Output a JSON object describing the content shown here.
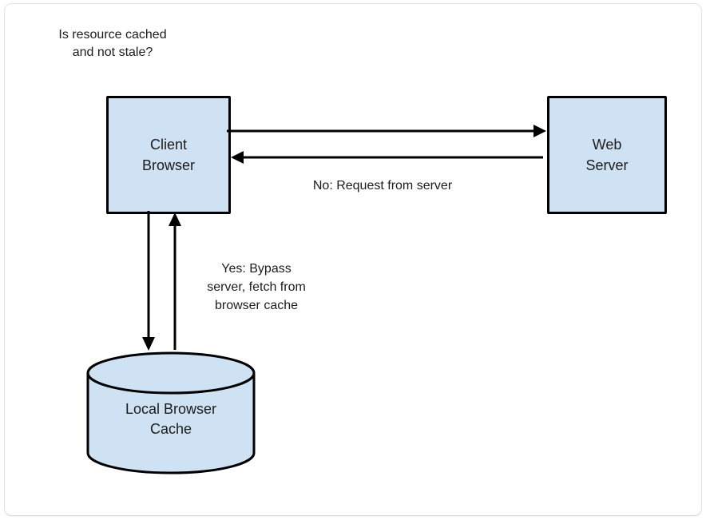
{
  "diagram": {
    "question": {
      "line1": "Is resource cached",
      "line2": "and not stale?"
    },
    "nodes": {
      "client_browser": {
        "line1": "Client",
        "line2": "Browser"
      },
      "web_server": {
        "line1": "Web",
        "line2": "Server"
      },
      "local_browser_cache": {
        "line1": "Local Browser",
        "line2": "Cache"
      }
    },
    "edges": {
      "no_label": "No: Request from server",
      "yes_label_line1": "Yes: Bypass",
      "yes_label_line2": "server, fetch from",
      "yes_label_line3": "browser cache"
    },
    "colors": {
      "node_fill": "#cfe2f3",
      "node_stroke": "#000000",
      "text": "#1c1c1c",
      "card_border": "#e2e2e2",
      "background": "#ffffff"
    }
  }
}
